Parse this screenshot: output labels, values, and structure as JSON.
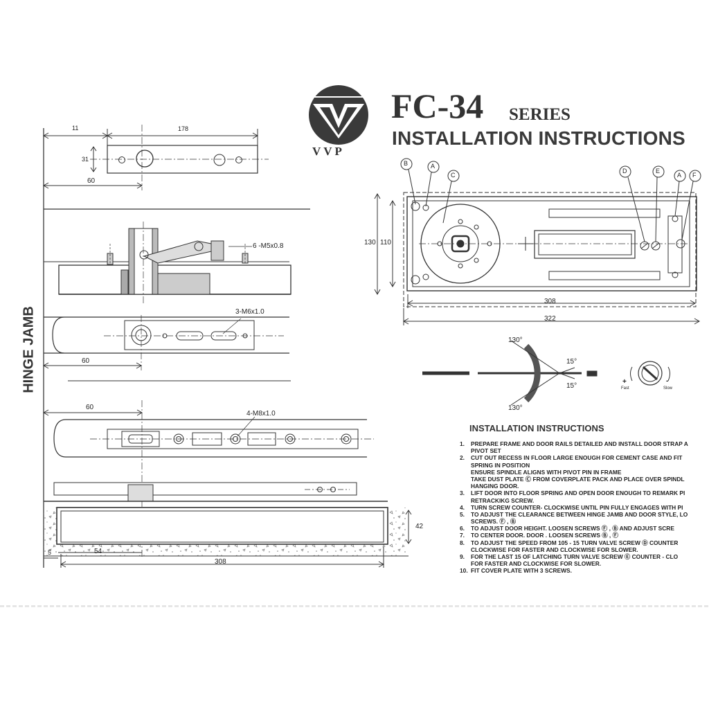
{
  "header": {
    "brand": "VVP",
    "model": "FC-34",
    "series": "SERIES",
    "subtitle": "INSTALLATION INSTRUCTIONS"
  },
  "side_label": "HINGE JAMB",
  "dimensions": {
    "top_left": "11",
    "top_length": "178",
    "top_height": "31",
    "top_offset": "60",
    "mid_offset": "60",
    "bot_offset": "60",
    "case_height": "42",
    "case_left": "5",
    "case_inner": "54",
    "case_length": "308",
    "plan_height_outer": "130",
    "plan_height_inner": "110",
    "plan_length_inner": "308",
    "plan_length_outer": "322",
    "angle_open_top": "130°",
    "angle_open_bottom": "130°",
    "angle_latch_top": "15°",
    "angle_latch_bottom": "15°"
  },
  "callouts": {
    "screws_a": "6 -M5x0.8",
    "screws_b": "3-M6x1.0",
    "screws_c": "4-M8x1.0",
    "labels": [
      "B",
      "A",
      "C",
      "D",
      "E",
      "A",
      "F"
    ],
    "fast": "Fast",
    "slow": "Slow",
    "plus": "+",
    "minus": "-"
  },
  "instructions": {
    "title": "INSTALLATION INSTRUCTIONS",
    "lines": [
      {
        "num": "1.",
        "text": "PREPARE FRAME AND  DOOR RAILS DETAILED AND INSTALL DOOR STRAP A"
      },
      {
        "num": "",
        "text": "PIVOT SET"
      },
      {
        "num": "2.",
        "text": "CUT OUT RECESS IN FLOOR LARGE ENOUGH FOR CEMENT CASE AND FIT"
      },
      {
        "num": "",
        "text": "SPRING IN POSITION"
      },
      {
        "num": "",
        "text": "ENSURE SPINDLE ALIGNS WITH PIVOT PIN IN FRAME"
      },
      {
        "num": "",
        "text": "TAKE DUST PLATE Ⓒ FROM COVERPLATE PACK AND PLACE OVER SPINDL"
      },
      {
        "num": "",
        "text": "HANGING DOOR."
      },
      {
        "num": "3.",
        "text": "LIFT DOOR INTO FLOOR SPRING AND OPEN DOOR ENOUGH TO REMARK PI"
      },
      {
        "num": "",
        "text": "RETRACKIKG SCREW."
      },
      {
        "num": "4.",
        "text": "TURN SCREW COUNTER- CLOCKWISE UNTIL PIN FULLY ENGAGES WITH PI"
      },
      {
        "num": "5.",
        "text": "TO ADJUST THE CLEARANCE BETWEEN HINGE JAMB AND DOOR STYLE, LO"
      },
      {
        "num": "",
        "text": "SCREWS. Ⓕ , Ⓑ"
      },
      {
        "num": "6.",
        "text": "TO  ADJUST DOOR HEIGHT. LOOSEN SCREWS  Ⓕ  ,  Ⓑ  AND ADJUST SCRE"
      },
      {
        "num": "7.",
        "text": "TO CENTER DOOR. DOOR . LOOSEN SCREWS  Ⓑ  ,  Ⓕ"
      },
      {
        "num": "8.",
        "text": "TO ADJUST THE SPEED FROM 105 - 15 TURN VALVE SCREW Ⓓ  COUNTER"
      },
      {
        "num": "",
        "text": "CLOCKWISE FOR FASTER AND CLOCKWISE FOR SLOWER."
      },
      {
        "num": "9.",
        "text": "FOR THE LAST 15 OF LATCHING TURN VALVE SCREW  Ⓔ  COUNTER -  CLO"
      },
      {
        "num": "",
        "text": "FOR FASTER AND CLOCKWISE FOR SLOWER."
      },
      {
        "num": "10.",
        "text": "FIT COVER PLATE WITH  3  SCREWS."
      }
    ]
  }
}
